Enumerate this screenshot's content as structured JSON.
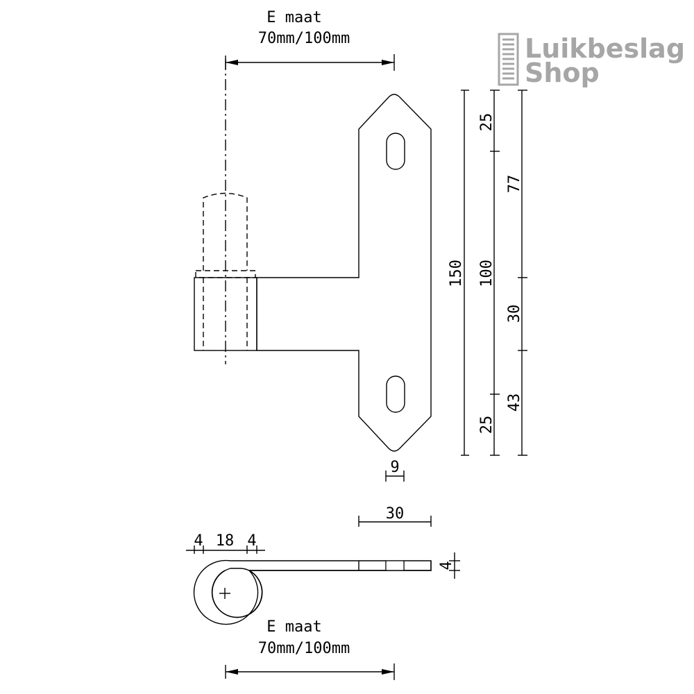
{
  "logo": {
    "line1": "Luikbeslag",
    "line2": "Shop",
    "color": "#a6a6a6"
  },
  "part_fill": "#dcdcdc",
  "labels": {
    "e_maat_top": "E  maat",
    "e_maat_top_value": "70mm/100mm",
    "e_maat_bottom": "E  maat",
    "e_maat_bottom_value": "70mm/100mm",
    "height_total": "150",
    "hole_spacing": "100",
    "top_end": "25",
    "bottom_end": "25",
    "upper_segment": "77",
    "strap_width": "30",
    "lower_segment": "43",
    "slot_width": "9",
    "plate_width": "30",
    "wall_left": "4",
    "eye_inner": "18",
    "wall_right": "4",
    "thickness": "4"
  }
}
